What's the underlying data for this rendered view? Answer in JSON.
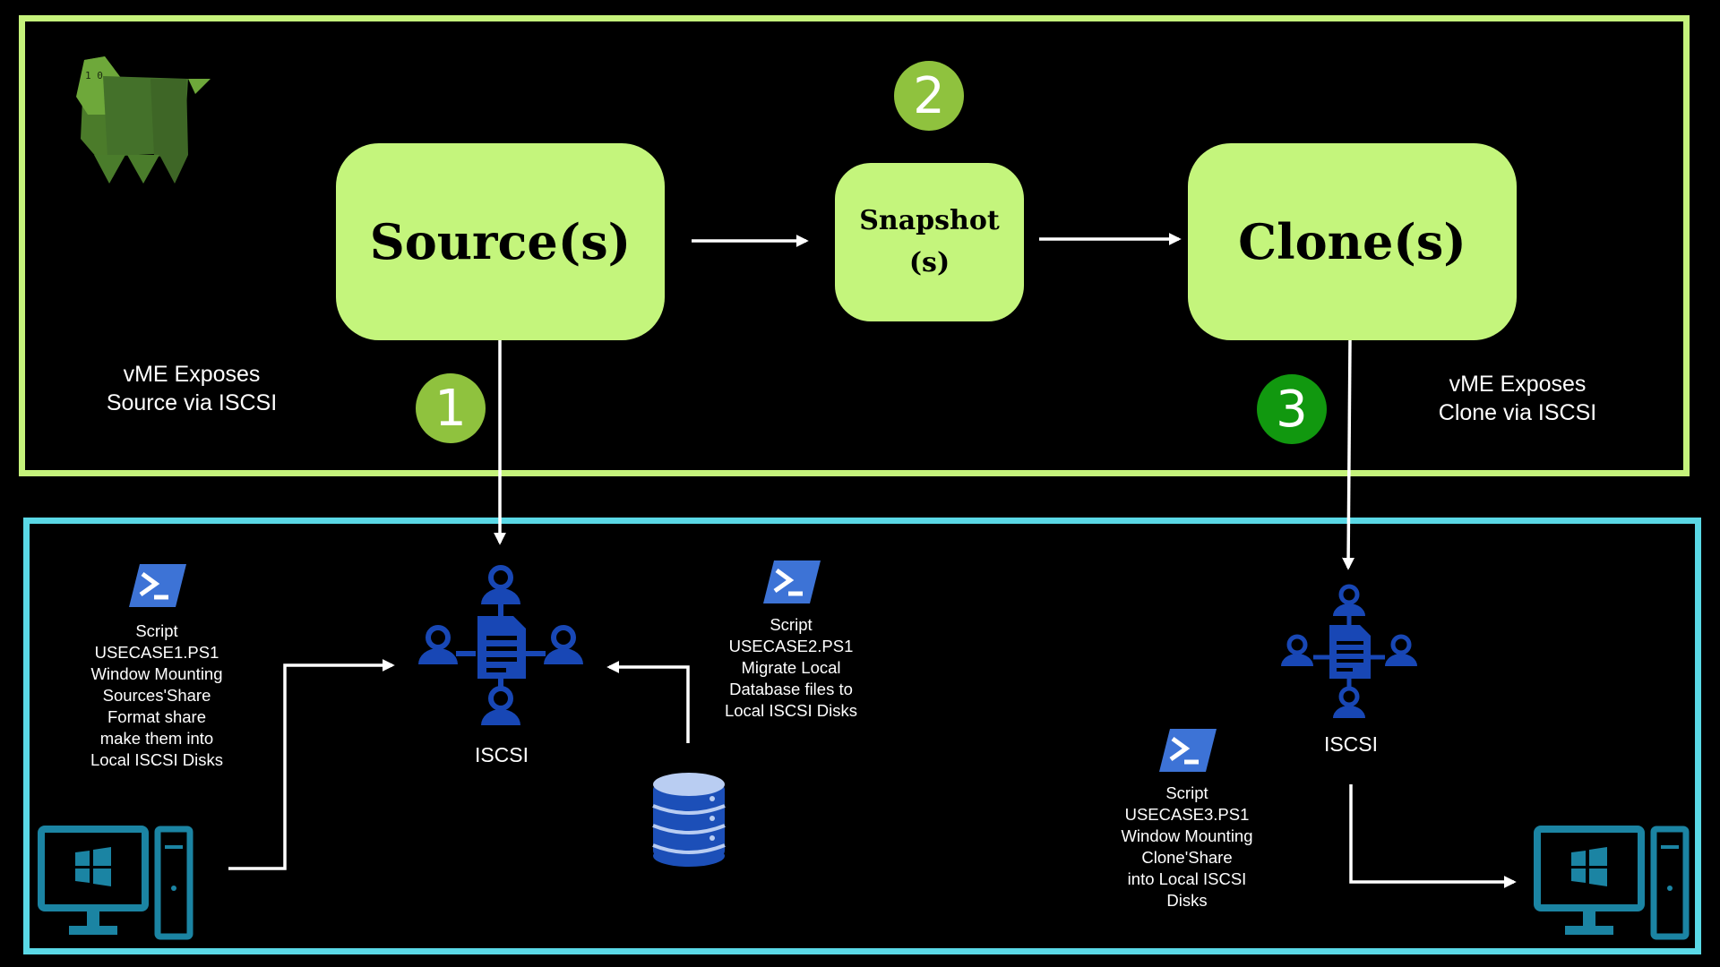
{
  "colors": {
    "top_frame": "#c5f27b",
    "bottom_frame": "#5ad8e6",
    "node_fill": "#c4f57c",
    "badge_light_green": "#8fc23e",
    "badge_dark_green": "#11980f",
    "icon_blue": "#1847b5",
    "pc_blue": "#1b84a3"
  },
  "logo": {
    "icon": "green-polygon-animal-logo",
    "text": "1 0"
  },
  "nodes": {
    "source": "Source(s)",
    "snapshot_line1": "Snapshot",
    "snapshot_line2": "(s)",
    "clone": "Clone(s)"
  },
  "badges": {
    "one": "1",
    "two": "2",
    "three": "3"
  },
  "labels": {
    "expose_source_1": "vME Exposes",
    "expose_source_2": "Source via ISCSI",
    "expose_clone_1": "vME Exposes",
    "expose_clone_2": "Clone via ISCSI"
  },
  "scripts": {
    "s1": [
      "Script",
      "USECASE1.PS1",
      "Window Mounting",
      "Sources'Share",
      "Format share",
      "make them into",
      "Local ISCSI Disks"
    ],
    "s2": [
      "Script",
      "USECASE2.PS1",
      "Migrate Local",
      "Database files to",
      "Local ISCSI Disks"
    ],
    "s3": [
      "Script",
      "USECASE3.PS1",
      "Window Mounting",
      "Clone'Share",
      "into Local ISCSI",
      "Disks"
    ]
  },
  "iscsi": {
    "left": "ISCSI",
    "right": "ISCSI"
  },
  "icons": [
    "powershell-icon",
    "iscsi-network-icon",
    "database-icon",
    "windows-pc-icon",
    "arrow-icon"
  ]
}
